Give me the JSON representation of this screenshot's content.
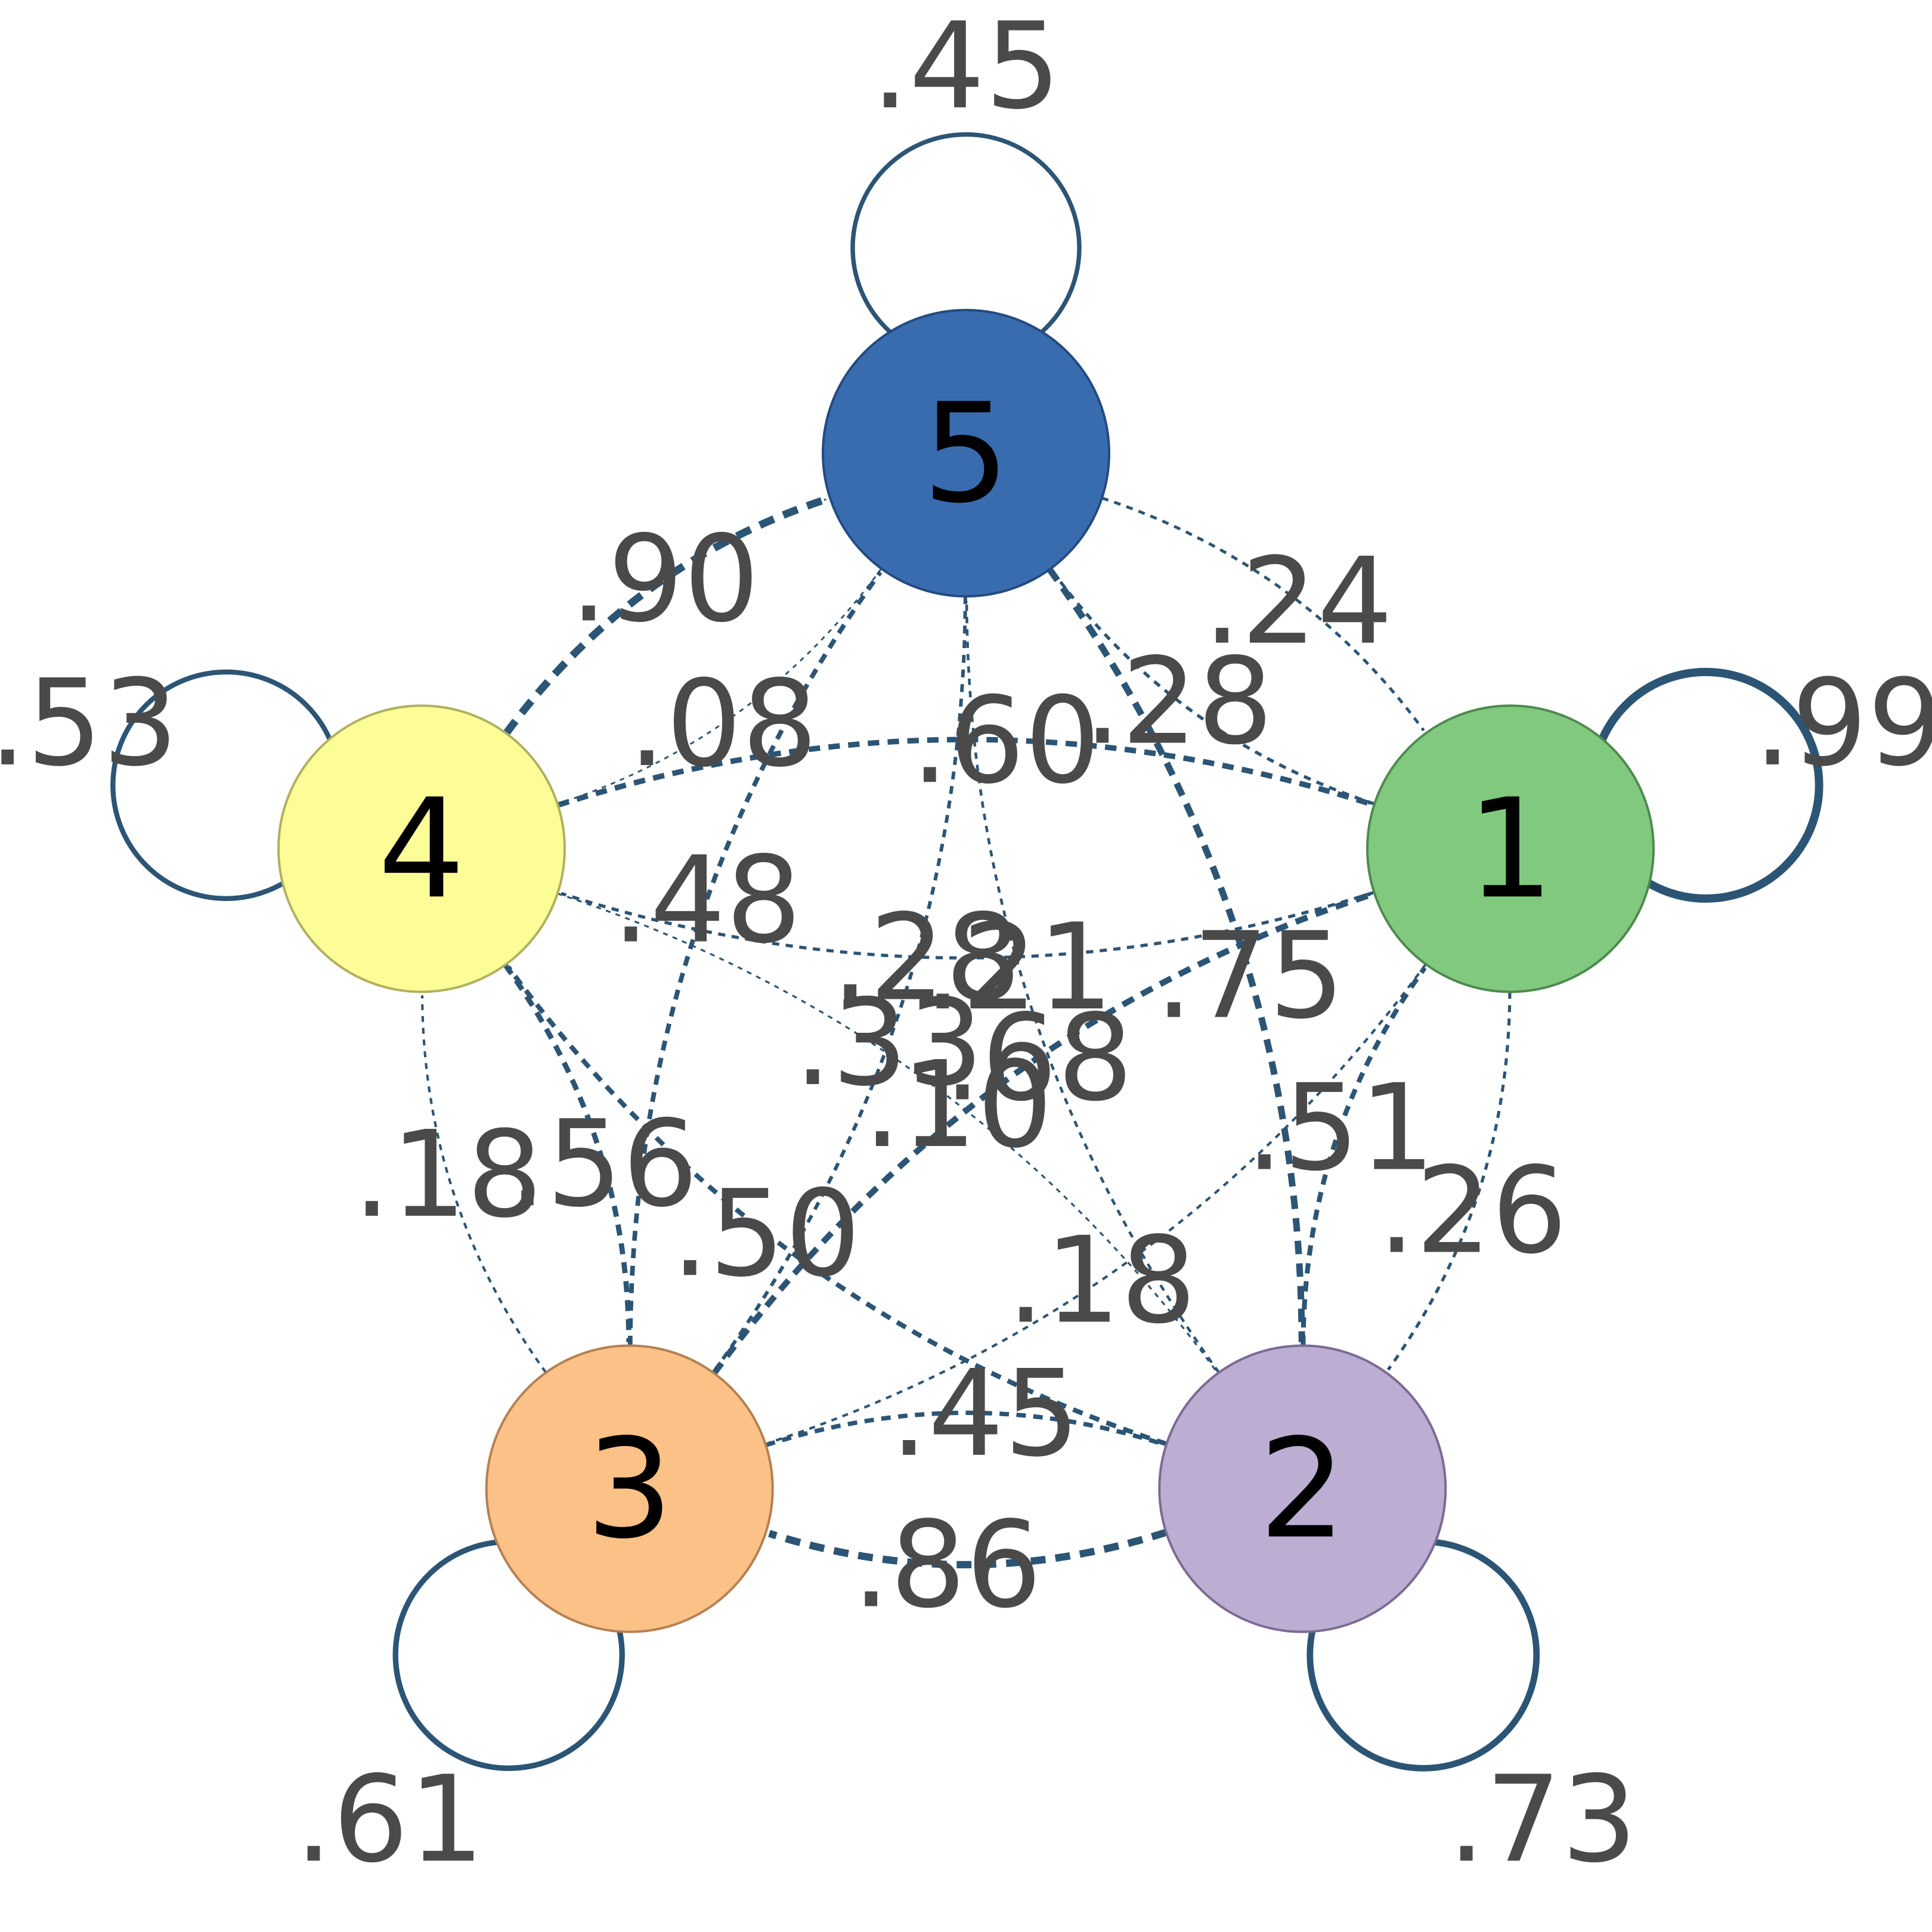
{
  "colors": {
    "edge": "#2c5575",
    "label": "#4a4a4a"
  },
  "nodes": [
    {
      "id": "1",
      "label": "1",
      "fill": "#80c97e",
      "stroke": "#4e8a4e"
    },
    {
      "id": "2",
      "label": "2",
      "fill": "#bcadd3",
      "stroke": "#7b6a94"
    },
    {
      "id": "3",
      "label": "3",
      "fill": "#fbc187",
      "stroke": "#b58052"
    },
    {
      "id": "4",
      "label": "4",
      "fill": "#fdfd98",
      "stroke": "#b0b060"
    },
    {
      "id": "5",
      "label": "5",
      "fill": "#386caf",
      "stroke": "#244a80"
    }
  ],
  "edges": [
    {
      "from": "1",
      "to": "1",
      "weight": ".99",
      "style": "solid"
    },
    {
      "from": "2",
      "to": "2",
      "weight": ".73",
      "style": "solid"
    },
    {
      "from": "3",
      "to": "3",
      "weight": ".61",
      "style": "solid"
    },
    {
      "from": "4",
      "to": "4",
      "weight": ".53",
      "style": "solid"
    },
    {
      "from": "5",
      "to": "5",
      "weight": ".45",
      "style": "solid"
    },
    {
      "from": "1",
      "to": "5",
      "weight": ".28",
      "style": "dashed"
    },
    {
      "from": "5",
      "to": "1",
      "weight": ".24",
      "style": "dashed"
    },
    {
      "from": "1",
      "to": "4",
      "weight": ".28",
      "style": "dashed"
    },
    {
      "from": "4",
      "to": "1",
      "weight": ".60",
      "style": "dashed"
    },
    {
      "from": "2",
      "to": "1",
      "weight": ".51",
      "style": "dashed"
    },
    {
      "from": "1",
      "to": "2",
      "weight": ".26",
      "style": "dashed"
    },
    {
      "from": "3",
      "to": "1",
      "weight": ".68",
      "style": "dashed"
    },
    {
      "from": "1",
      "to": "3",
      "weight": ".18",
      "style": "dashed"
    },
    {
      "from": "2",
      "to": "5",
      "weight": ".21",
      "style": "dashed"
    },
    {
      "from": "5",
      "to": "2",
      "weight": ".75",
      "style": "dashed"
    },
    {
      "from": "3",
      "to": "2",
      "weight": ".45",
      "style": "dashed"
    },
    {
      "from": "2",
      "to": "3",
      "weight": ".86",
      "style": "dashed"
    },
    {
      "from": "2",
      "to": "4",
      "weight": ".50",
      "style": "dashed"
    },
    {
      "from": "4",
      "to": "2",
      "weight": ".10",
      "style": "dashed"
    },
    {
      "from": "3",
      "to": "5",
      "weight": ".48",
      "style": "dashed"
    },
    {
      "from": "5",
      "to": "3",
      "weight": ".33",
      "style": "dashed"
    },
    {
      "from": "3",
      "to": "4",
      "weight": ".18",
      "style": "dashed"
    },
    {
      "from": "4",
      "to": "3",
      "weight": ".56",
      "style": "dashed"
    },
    {
      "from": "4",
      "to": "5",
      "weight": ".90",
      "style": "dashed"
    },
    {
      "from": "5",
      "to": "4",
      "weight": ".08",
      "style": "dashed"
    }
  ]
}
